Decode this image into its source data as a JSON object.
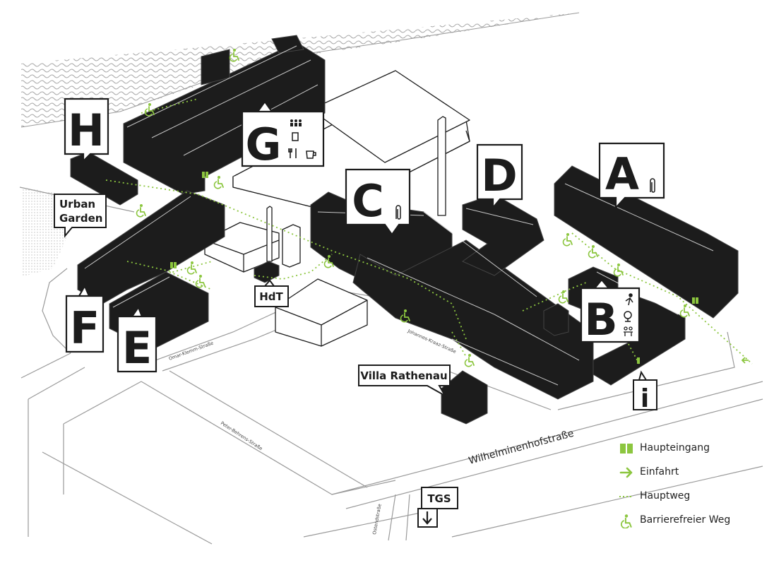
{
  "colors": {
    "building": "#1c1c1c",
    "accent_green": "#8cc63f",
    "street_line": "#9a9a9a",
    "water": "#bdbdbd"
  },
  "buildings": {
    "A": "A",
    "B": "B",
    "C": "C",
    "D": "D",
    "E": "E",
    "F": "F",
    "G": "G",
    "H": "H"
  },
  "places": {
    "urban_garden_line1": "Urban",
    "urban_garden_line2": "Garden",
    "hdt": "HdT",
    "villa": "Villa Rathenau",
    "tgs": "TGS",
    "info": "i"
  },
  "streets": {
    "wilhelminenhof": "Wilhelminenhofstraße",
    "omar_klemm": "Omar-Klemm-Straße",
    "johannes_kraaz": "Johannes-Kraaz-Straße",
    "peter_behrens": "Peter-Behrens-Straße",
    "ostend": "Ostendstraße"
  },
  "icons": {
    "building_a": [
      "paperclip-icon"
    ],
    "building_c": [
      "paperclip-icon"
    ],
    "building_g": [
      "people-group-icon",
      "locker-icon",
      "cutlery-icon",
      "coffee-icon"
    ],
    "building_b": [
      "sport-icon",
      "globe-icon",
      "meeting-icon"
    ]
  },
  "legend": [
    {
      "icon": "main-entrance-icon",
      "label": "Haupteingang"
    },
    {
      "icon": "entrance-arrow-icon",
      "label": "Einfahrt"
    },
    {
      "icon": "main-path-icon",
      "label": "Hauptweg"
    },
    {
      "icon": "wheelchair-icon",
      "label": "Barrierefreier Weg"
    }
  ]
}
